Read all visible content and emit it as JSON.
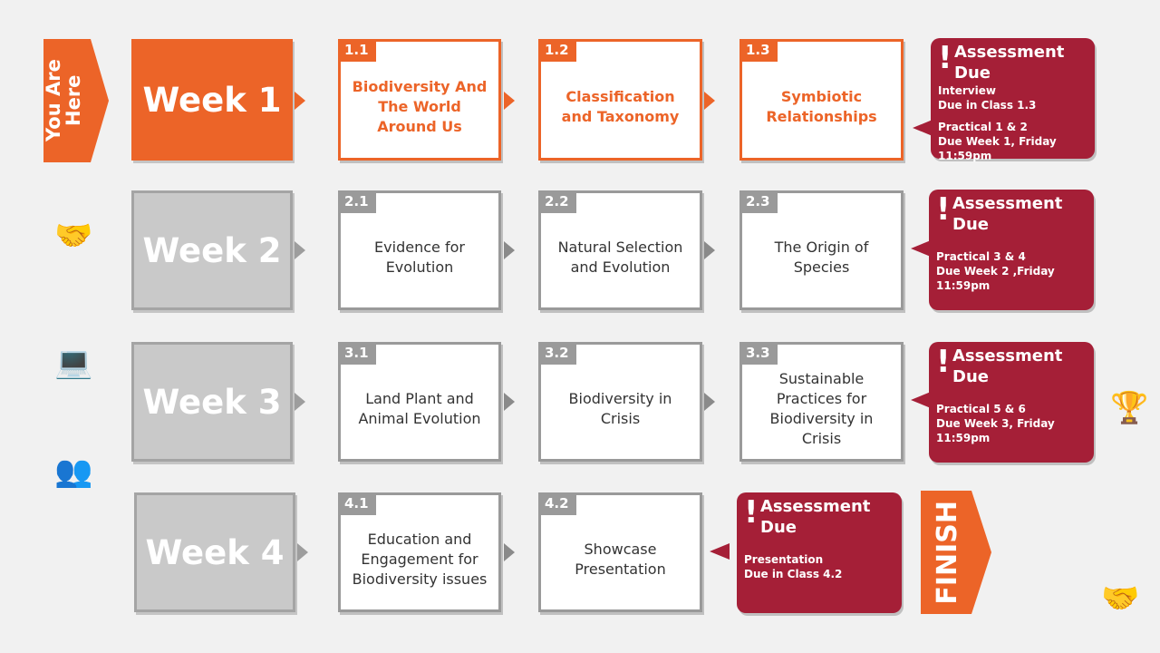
{
  "you_are_here": "You Are Here",
  "finish": "FINISH",
  "weeks": [
    {
      "label": "Week 1",
      "lessons": [
        {
          "num": "1.1",
          "title": "Biodiversity And The World Around Us"
        },
        {
          "num": "1.2",
          "title": "Classification and Taxonomy"
        },
        {
          "num": "1.3",
          "title": "Symbiotic Relationships"
        }
      ],
      "assessment": {
        "title": "Assessment Due",
        "items": [
          [
            "Interview",
            "Due in Class 1.3"
          ],
          [
            "Practical 1 & 2",
            "Due Week 1, Friday 11:59pm"
          ]
        ]
      }
    },
    {
      "label": "Week 2",
      "lessons": [
        {
          "num": "2.1",
          "title": "Evidence for Evolution"
        },
        {
          "num": "2.2",
          "title": "Natural Selection and Evolution"
        },
        {
          "num": "2.3",
          "title": "The Origin of Species"
        }
      ],
      "assessment": {
        "title": "Assessment Due",
        "items": [
          [
            "Practical 3 & 4",
            "Due Week 2 ,Friday 11:59pm"
          ]
        ]
      }
    },
    {
      "label": "Week 3",
      "lessons": [
        {
          "num": "3.1",
          "title": "Land Plant and Animal Evolution"
        },
        {
          "num": "3.2",
          "title": "Biodiversity in Crisis"
        },
        {
          "num": "3.3",
          "title": "Sustainable Practices for Biodiversity in Crisis"
        }
      ],
      "assessment": {
        "title": "Assessment Due",
        "items": [
          [
            "Practical 5 & 6",
            "Due Week 3, Friday 11:59pm"
          ]
        ]
      }
    },
    {
      "label": "Week 4",
      "lessons": [
        {
          "num": "4.1",
          "title": "Education and Engagement for Biodiversity issues"
        },
        {
          "num": "4.2",
          "title": "Showcase Presentation"
        }
      ],
      "assessment": {
        "title": "Assessment Due",
        "items": [
          [
            "Presentation",
            "Due in Class 4.2"
          ]
        ]
      }
    }
  ],
  "colors": {
    "active": "#ec6428",
    "inactive_week": "#c9c9c9",
    "card_border": "#9a9a9a",
    "assessment": "#a51f37",
    "background": "#f1f1f1"
  },
  "icons": [
    "exclamation-icon",
    "arrow-right-icon"
  ]
}
